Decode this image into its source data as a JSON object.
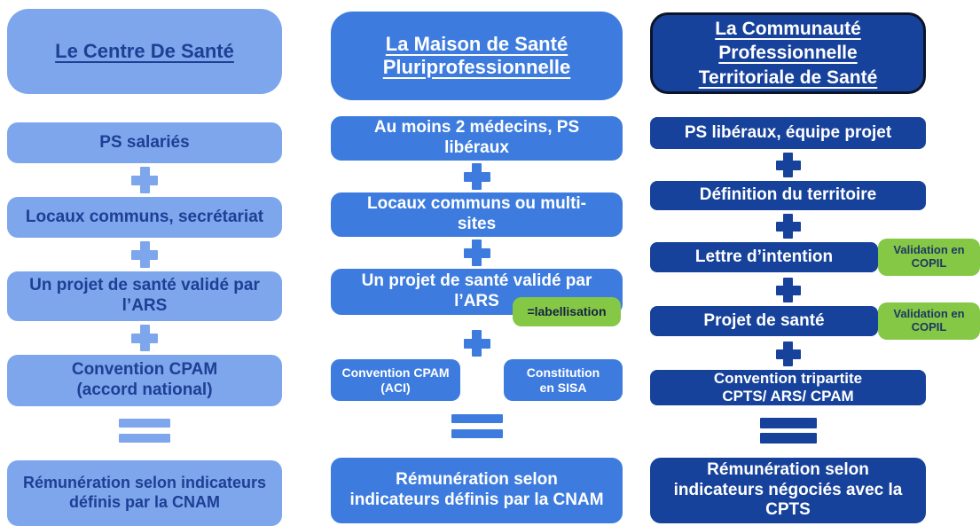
{
  "connectors": {
    "plus": "+",
    "equals": "="
  },
  "colors": {
    "light_blue": "#7EA6EC",
    "medium_blue": "#3D7CDE",
    "dark_blue": "#17429B",
    "green": "#85C846",
    "navy_text": "#1E3F94"
  },
  "columns": [
    {
      "title": "Le Centre De Santé",
      "steps": [
        "PS salariés",
        "Locaux communs, secrétariat",
        "Un projet de santé validé par\nl’ARS",
        "Convention CPAM\n(accord national)"
      ],
      "result": "Rémunération selon indicateurs\ndéfinis par la CNAM"
    },
    {
      "title": "La Maison de Santé\nPluriprofessionnelle",
      "steps": [
        "Au moins 2 médecins, PS\nlibéraux",
        "Locaux communs ou multi-\nsites",
        "Un projet de santé validé par\nl’ARS"
      ],
      "labellisation_tag": "=labellisation",
      "pair": [
        "Convention CPAM\n(ACI)",
        "Constitution\nen SISA"
      ],
      "result": "Rémunération selon\nindicateurs définis par la CNAM"
    },
    {
      "title": "La Communauté\nProfessionnelle\nTerritoriale de Santé",
      "steps": [
        "PS libéraux, équipe projet",
        "Définition du territoire",
        "Lettre d’intention",
        "Projet de santé",
        "Convention tripartite\nCPTS/ ARS/ CPAM"
      ],
      "validation_tag_1": "Validation en\nCOPIL",
      "validation_tag_2": "Validation en\nCOPIL",
      "result": "Rémunération selon\nindicateurs négociés avec la\nCPTS"
    }
  ]
}
